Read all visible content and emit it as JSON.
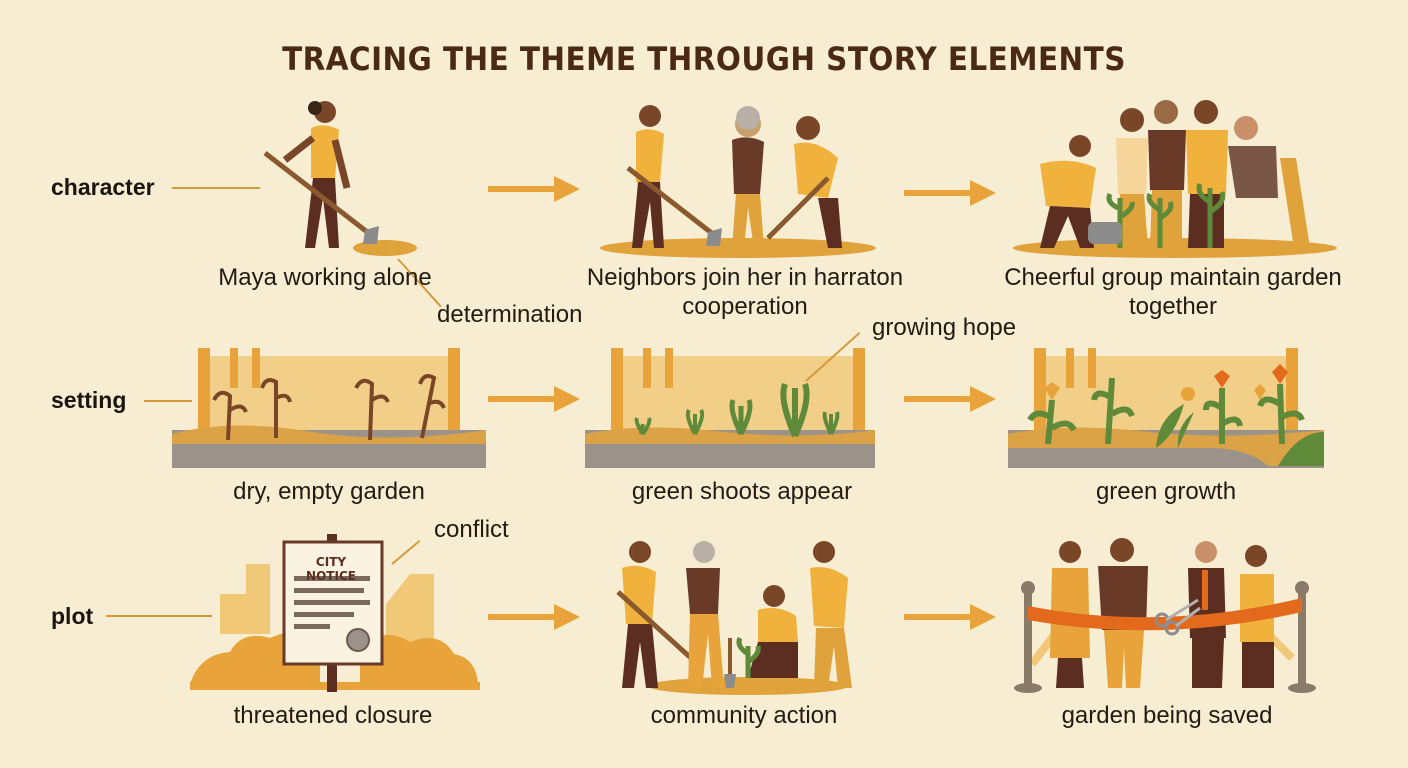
{
  "title": "TRACING THE THEME THROUGH STORY ELEMENTS",
  "rows": {
    "character": {
      "label": "character",
      "captions": [
        "Maya working alone",
        "Neighbors join her in harraton\ncooperation",
        "Cheerful group maintain garden\ntogether"
      ],
      "note": "determination"
    },
    "setting": {
      "label": "setting",
      "captions": [
        "dry, empty garden",
        "green shoots appear",
        "green growth"
      ],
      "note": "growing hope"
    },
    "plot": {
      "label": "plot",
      "captions": [
        "threatened closure",
        "community action",
        "garden being saved"
      ],
      "note": "conflict",
      "sign_text": "CITY NOTICE"
    }
  },
  "colors": {
    "background": "#f7edd3",
    "accent": "#e8a33a",
    "title": "#4a2a14",
    "skin": "#7a4628",
    "pants": "#5c2e22",
    "plant": "#5f8a3a",
    "ribbon": "#e36a1c"
  },
  "icons": [
    "arrow-right-icon",
    "shovel-icon",
    "city-notice-sign-icon",
    "scissors-icon",
    "ribbon-icon"
  ]
}
